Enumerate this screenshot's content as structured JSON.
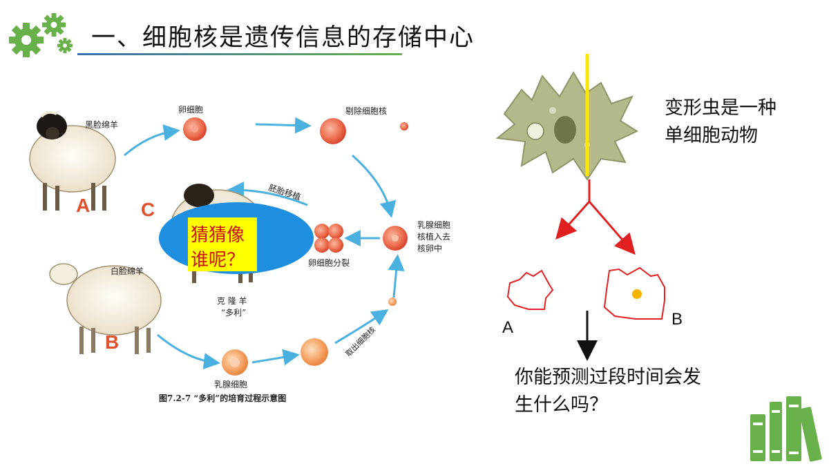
{
  "title": "一、细胞核是遗传信息的存储中心",
  "diagram": {
    "labels": {
      "black_face_sheep": "黑脸绵羊",
      "egg_cell": "卵细胞",
      "remove_nucleus": "剔除细胞核",
      "mammary_nucleus_line1": "乳腺细胞",
      "mammary_nucleus_line2": "核植入去",
      "mammary_nucleus_line3": "核卵中",
      "embryo_transfer": "胚胎移植",
      "egg_division": "卵细胞分裂",
      "white_face_sheep": "白脸绵羊",
      "clone_line1": "克 隆 羊",
      "clone_line2": "“多利”",
      "mammary_cell": "乳腺细胞",
      "extract_nucleus": "取出细胞核",
      "caption": "图7.2-7 “多利”的培育过程示意图"
    },
    "sheep_a": "A",
    "sheep_b": "B",
    "sheep_c": "C",
    "guess_line1": "猜猜像",
    "guess_line2": "谁呢？"
  },
  "amoeba": {
    "desc_line1": "变形虫是一种",
    "desc_line2": "单细胞动物",
    "part_a": "A",
    "part_b": "B",
    "question_line1": "你能预测过段时间会发",
    "question_line2": "生什么吗？"
  },
  "colors": {
    "accent_green": "#68b04a",
    "accent_blue": "#3a6fb0",
    "arrow_blue": "#4ab0e0",
    "oval_blue": "#1e8fe0",
    "guess_bg": "#ffff00",
    "cut_line": "#ffe600",
    "red_outline": "#e02020",
    "orange_nucleus": "#f5b400"
  },
  "icons": [
    "gears-icon",
    "books-icon",
    "amoeba-image",
    "sheep-image"
  ]
}
